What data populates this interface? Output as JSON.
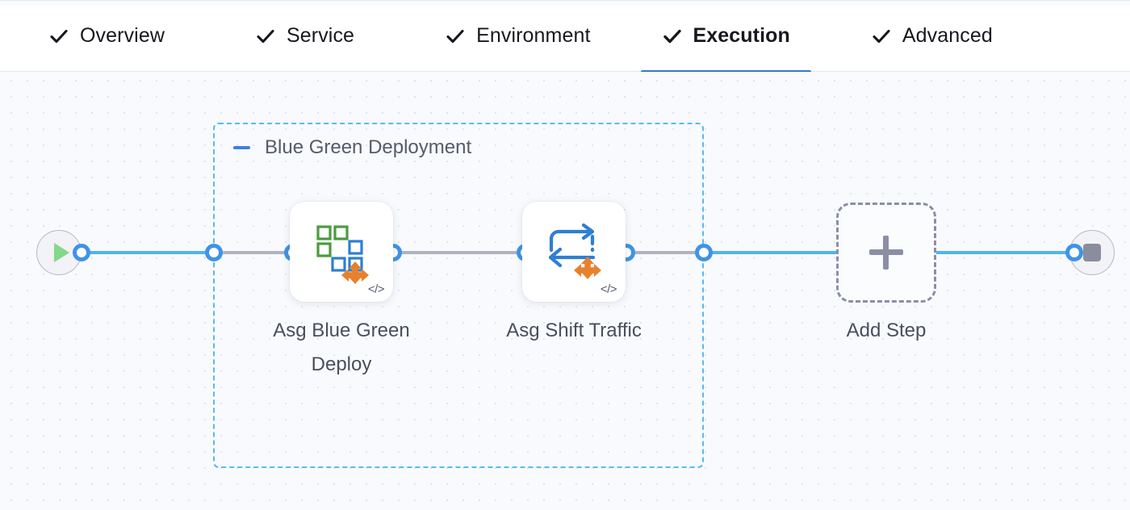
{
  "tabs": [
    {
      "id": "overview",
      "label": "Overview",
      "icon": "check-icon",
      "complete": true,
      "active": false
    },
    {
      "id": "service",
      "label": "Service",
      "icon": "check-icon",
      "complete": true,
      "active": false
    },
    {
      "id": "environment",
      "label": "Environment",
      "icon": "check-icon",
      "complete": true,
      "active": false
    },
    {
      "id": "execution",
      "label": "Execution",
      "icon": "check-icon",
      "complete": true,
      "active": true
    },
    {
      "id": "advanced",
      "label": "Advanced",
      "icon": "check-icon",
      "complete": true,
      "active": false
    }
  ],
  "canvas": {
    "group": {
      "title": "Blue Green Deployment",
      "collapse_icon": "minus-icon"
    },
    "start_node": {
      "icon": "play-icon",
      "name": "pipeline-start"
    },
    "end_node": {
      "icon": "stop-icon",
      "name": "pipeline-end"
    },
    "steps": [
      {
        "id": "asg-blue-green-deploy",
        "label": "Asg Blue Green\nDeploy",
        "icon": "asg-blue-green-deploy-icon",
        "badge": "</>"
      },
      {
        "id": "asg-shift-traffic",
        "label": "Asg Shift Traffic",
        "icon": "asg-shift-traffic-icon",
        "badge": "</>"
      }
    ],
    "add_step": {
      "label": "Add Step",
      "icon": "plus-icon"
    }
  },
  "colors": {
    "accent_blue": "#3577cc",
    "connector_blue": "#50b4ec",
    "ring_blue": "#3f93e8",
    "group_border": "#5ab9ef",
    "dashed_grey": "#b0b3bf",
    "icon_green": "#4c9a3f",
    "icon_blue": "#2d7fd3",
    "icon_orange": "#e8812b",
    "canvas_bg": "#f8fafd",
    "text_dark": "#16181d",
    "text_muted": "#4a4e5e"
  }
}
